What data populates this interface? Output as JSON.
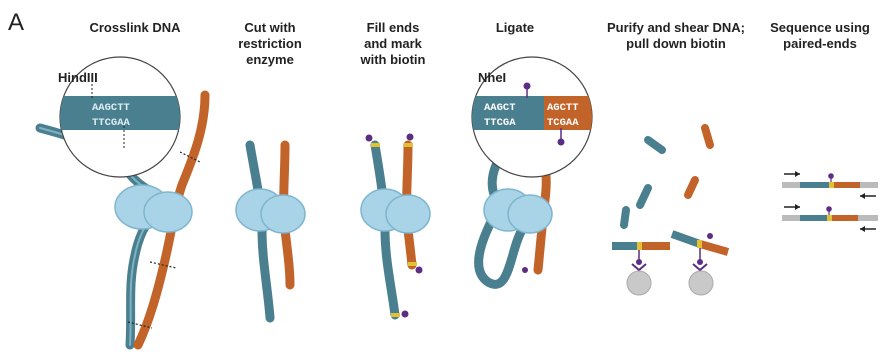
{
  "panel_letter": "A",
  "colors": {
    "teal": "#4a7f8f",
    "teal_light": "#7fb3c3",
    "orange": "#c2642a",
    "nucleosome": "#a9d3e6",
    "nucleosome_dark": "#7fb6cf",
    "biotin": "#5b2d83",
    "bead": "#c9c9c9",
    "grey_end": "#bbbbbb",
    "yellow": "#e0c234"
  },
  "steps": [
    {
      "line1": "Crosslink DNA",
      "line2": "",
      "line3": ""
    },
    {
      "line1": "Cut with",
      "line2": "restriction",
      "line3": "enzyme"
    },
    {
      "line1": "Fill ends",
      "line2": "and mark",
      "line3": "with biotin"
    },
    {
      "line1": "Ligate",
      "line2": "",
      "line3": ""
    },
    {
      "line1": "Purify and shear DNA;",
      "line2": "pull down biotin",
      "line3": ""
    },
    {
      "line1": "Sequence using",
      "line2": "paired-ends",
      "line3": ""
    }
  ],
  "hindiii": {
    "enzyme": "HindIII",
    "top_strand": "AAGCTT",
    "bottom_strand": "TTCGAA"
  },
  "nhei": {
    "enzyme": "NheI",
    "top_left": "AAGCT",
    "top_right": "AGCTT",
    "bottom_left": "TTCGA",
    "bottom_right": "TCGAA"
  }
}
